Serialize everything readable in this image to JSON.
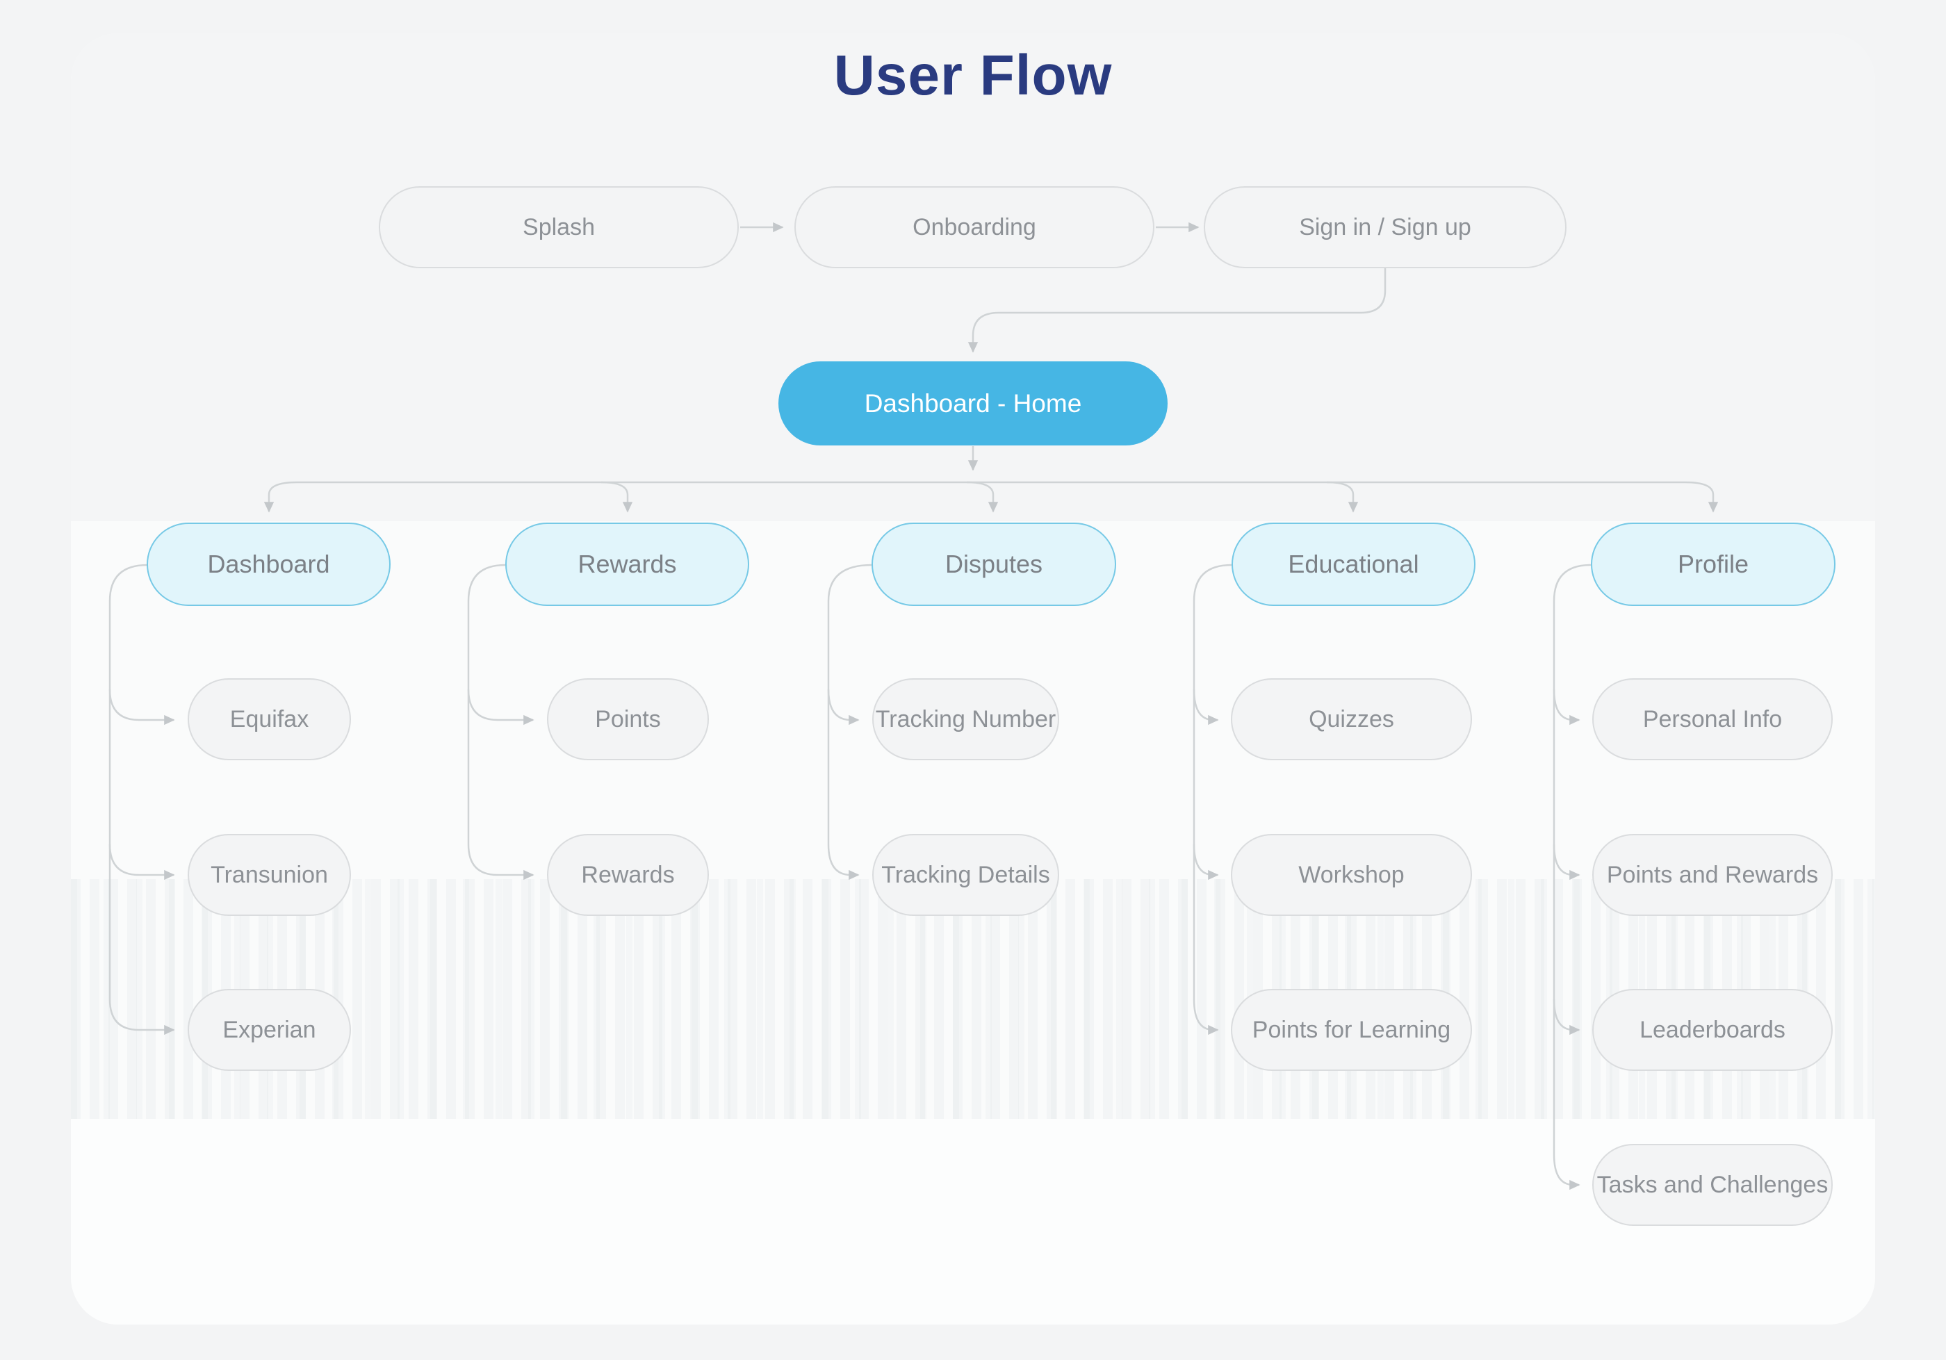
{
  "title": "User Flow",
  "colors": {
    "accent_blue": "#46b6e4",
    "light_blue_fill": "#e1f5fb",
    "light_blue_border": "#76c9e6",
    "title_navy": "#2a3b80",
    "connector_gray": "#cfd3d5",
    "node_gray_fill": "#f3f4f5",
    "node_gray_border": "#dadcde"
  },
  "flow": {
    "top_row": [
      {
        "label": "Splash"
      },
      {
        "label": "Onboarding"
      },
      {
        "label": "Sign in / Sign up"
      }
    ],
    "home": {
      "label": "Dashboard - Home"
    },
    "sections": [
      {
        "label": "Dashboard",
        "children": [
          {
            "label": "Equifax"
          },
          {
            "label": "Transunion"
          },
          {
            "label": "Experian"
          }
        ]
      },
      {
        "label": "Rewards",
        "children": [
          {
            "label": "Points"
          },
          {
            "label": "Rewards"
          }
        ]
      },
      {
        "label": "Disputes",
        "children": [
          {
            "label": "Tracking Number"
          },
          {
            "label": "Tracking Details"
          }
        ]
      },
      {
        "label": "Educational",
        "children": [
          {
            "label": "Quizzes"
          },
          {
            "label": "Workshop"
          },
          {
            "label": "Points for Learning"
          }
        ]
      },
      {
        "label": "Profile",
        "children": [
          {
            "label": "Personal Info"
          },
          {
            "label": "Points and Rewards"
          },
          {
            "label": "Leaderboards"
          },
          {
            "label": "Tasks and Challenges"
          }
        ]
      }
    ]
  }
}
